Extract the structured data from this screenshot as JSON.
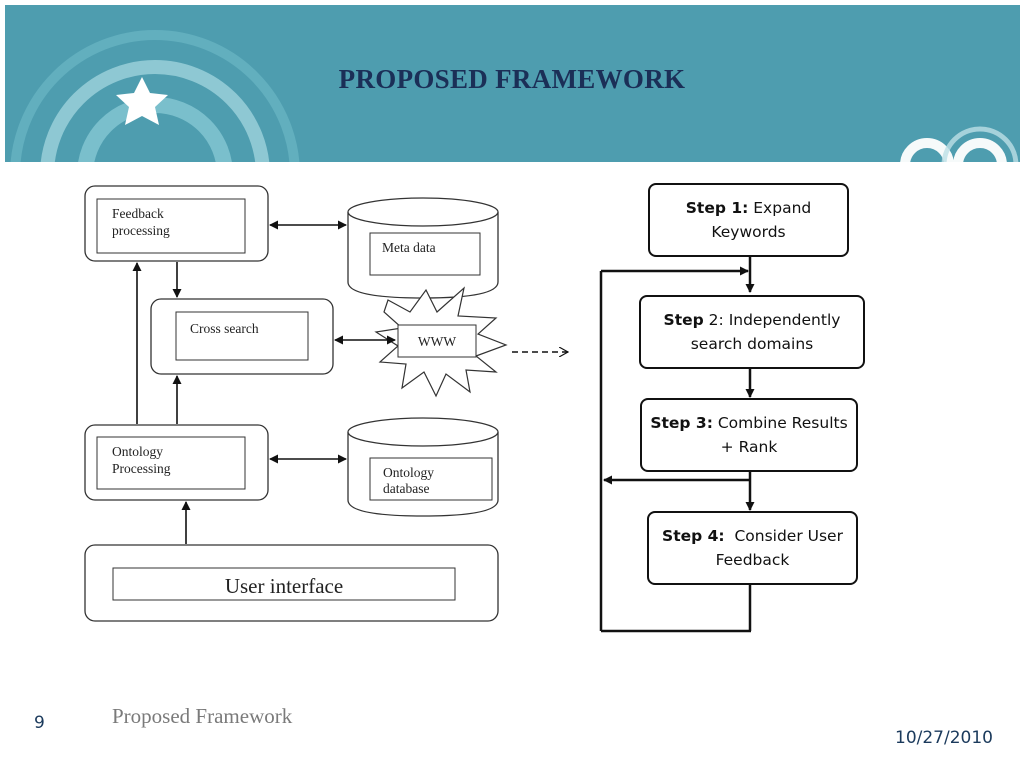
{
  "slide": {
    "title": "PROPOSED FRAMEWORK",
    "footer_number": "9",
    "footer_title": "Proposed Framework",
    "date": "10/27/2010"
  },
  "architecture": {
    "feedback": "Feedback\nprocessing",
    "cross_search": "Cross search",
    "ontology_processing": "Ontology\nProcessing",
    "user_interface": "User interface",
    "meta_data": "Meta data",
    "ontology_db": "Ontology\ndatabase",
    "www": "WWW"
  },
  "steps": [
    {
      "label": "Step 1:",
      "text": "Expand Keywords"
    },
    {
      "label": "Step",
      "label_rest": "2:",
      "text": "Independently search domains"
    },
    {
      "label": "Step 3:",
      "text": "Combine Results + Rank"
    },
    {
      "label": "Step 4:",
      "text": "Consider User Feedback"
    }
  ],
  "colors": {
    "banner": "#4a9aab",
    "title": "#1b2f57"
  }
}
